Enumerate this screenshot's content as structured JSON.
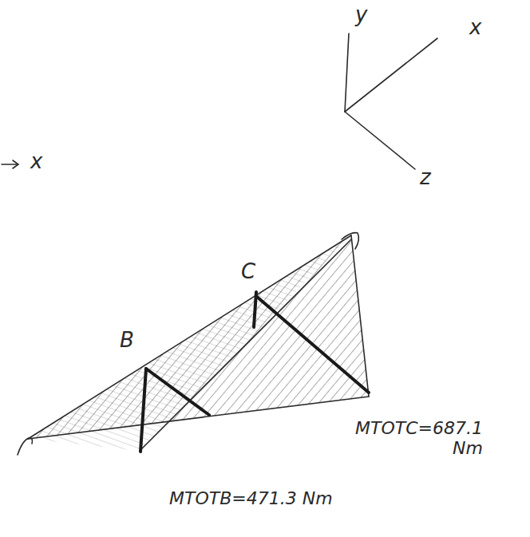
{
  "diagram": {
    "labels": [
      "y",
      "x",
      "x",
      "z",
      "C",
      "B",
      "MTOTC=687.1 Nm",
      "MTOTB=471.3 Nm"
    ]
  }
}
